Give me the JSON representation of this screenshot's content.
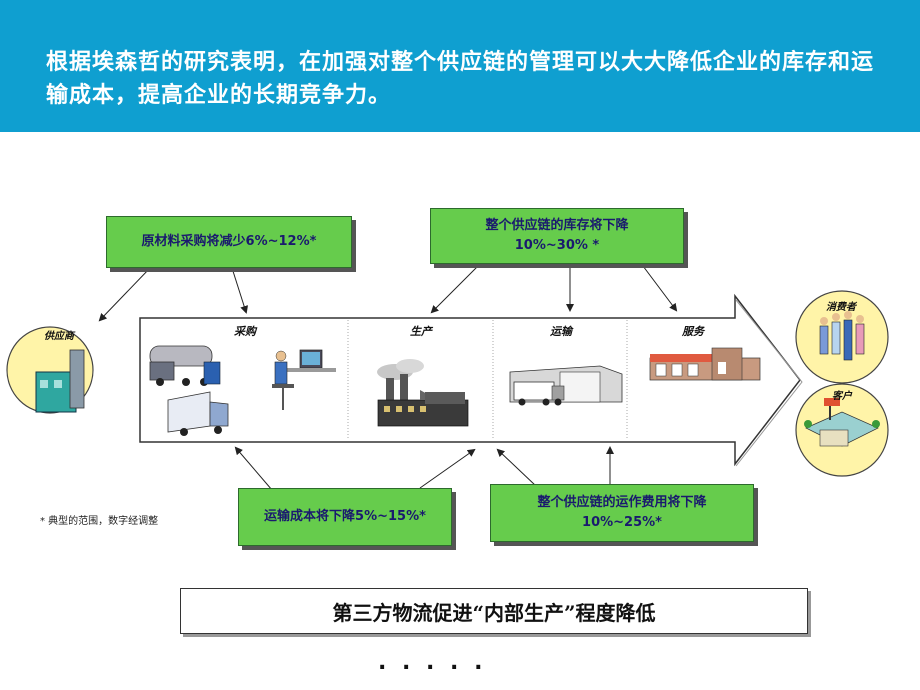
{
  "header": {
    "text": "根据埃森哲的研究表明，在加强对整个供应链的管理可以大大降低企业的库存和运输成本，提高企业的长期竞争力。"
  },
  "callouts": {
    "raw_material": "原材料采购将减少6%~12%*",
    "inventory_line1": "整个供应链的库存将下降",
    "inventory_line2": "10%~30% *",
    "transport": "运输成本将下降5%~15%*",
    "operating_line1": "整个供应链的运作费用将下降",
    "operating_line2": "10%~25%*"
  },
  "stages": [
    "采购",
    "生产",
    "运输",
    "服务"
  ],
  "supplier_label": "供应商",
  "consumer_label": "消费者",
  "customer_label": "客户",
  "footnote": "* 典型的范围，数字经调整",
  "bottom_statement": "第三方物流促进“内部生产”程度降低",
  "dots": ". . . .   .",
  "colors": {
    "header": "#0f9fd0",
    "callout": "#66cc4c",
    "circle": "#fff4a8"
  }
}
